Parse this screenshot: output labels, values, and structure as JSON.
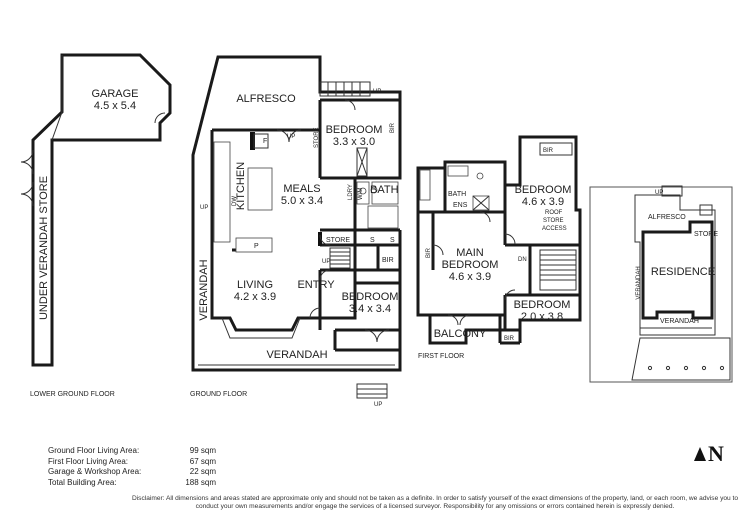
{
  "rooms": {
    "garage_name": "GARAGE",
    "garage_dim": "4.5 x 5.4",
    "under_verandah_store": "UNDER VERANDAH STORE",
    "alfresco": "ALFRESCO",
    "bedroom_a_name": "BEDROOM",
    "bedroom_a_dim": "3.3 x 3.0",
    "meals_name": "MEALS",
    "meals_dim": "5.0 x 3.4",
    "kitchen": "KITCHEN",
    "bath": "BATH",
    "store": "STORE",
    "store_small": "STORE",
    "ldry": "LDRY",
    "wm": "W/M",
    "dw": "DW",
    "f": "F",
    "p": "P",
    "s": "S",
    "bir": "BIR",
    "verandah": "VERANDAH",
    "living_name": "LIVING",
    "living_dim": "4.2 x 3.9",
    "entry": "ENTRY",
    "bedroom_b_name": "BEDROOM",
    "bedroom_b_dim": "3.4 x 3.4",
    "bedroom_c_name": "BEDROOM",
    "bedroom_c_dim": "4.6 x 3.9",
    "bath_ens": "BATH\nENS",
    "bath_word": "BATH",
    "ens_word": "ENS",
    "roof_store_1": "ROOF",
    "roof_store_2": "STORE",
    "roof_store_3": "ACCESS",
    "main_bed_1": "MAIN",
    "main_bed_2": "BEDROOM",
    "main_bed_dim": "4.6 x 3.9",
    "bedroom_d_name": "BEDROOM",
    "bedroom_d_dim": "2.0 x 3.8",
    "balcony": "BALCONY",
    "up": "UP",
    "dn": "DN"
  },
  "levels": {
    "lower": "LOWER GROUND FLOOR",
    "ground": "GROUND FLOOR",
    "first": "FIRST FLOOR"
  },
  "site": {
    "alfresco": "ALFRESCO",
    "store": "STORE",
    "residence": "RESIDENCE",
    "verandah_side": "VERANDAH",
    "verandah": "VERANDAH",
    "up": "UP"
  },
  "areas": [
    {
      "label": "Ground Floor Living Area:",
      "value": "99 sqm"
    },
    {
      "label": "First Floor Living Area:",
      "value": "67 sqm"
    },
    {
      "label": "Garage & Workshop Area:",
      "value": "22 sqm"
    },
    {
      "label": "Total Building Area:",
      "value": "188 sqm"
    }
  ],
  "disclaimer": "Disclaimer: All dimensions and areas stated are approximate only and should not be taken as a definite. In order to satisfy yourself of the exact dimensions of the property, land, or each room, we advise you to conduct your own measurements and/or engage the services of a licensed surveyor. Responsibility for any omissions or errors contained herein is expressly denied.",
  "north_label": "N"
}
